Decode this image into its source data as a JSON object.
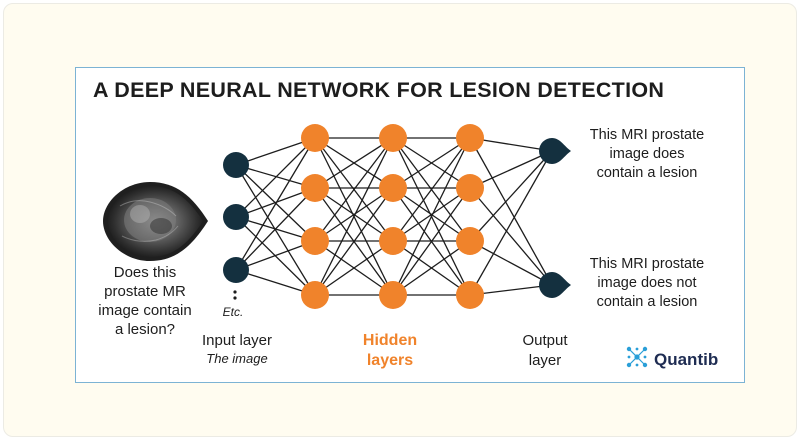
{
  "diagram": {
    "title": "A DEEP NEURAL NETWORK FOR LESION DETECTION",
    "question": "Does this\nprostate MR\nimage contain\na lesion?",
    "input_layer_label": "Input layer",
    "input_layer_sublabel": "The image",
    "etc_label": "Etc.",
    "hidden_layers_label": "Hidden\nlayers",
    "output_layer_label": "Output\nlayer",
    "output_1": "This MRI prostate\nimage does\ncontain a lesion",
    "output_2": "This MRI prostate\nimage does not\ncontain a lesion",
    "brand": "Quantib",
    "layers": [
      {
        "name": "input",
        "nodes": 3
      },
      {
        "name": "hidden-1",
        "nodes": 4
      },
      {
        "name": "hidden-2",
        "nodes": 4
      },
      {
        "name": "hidden-3",
        "nodes": 4
      },
      {
        "name": "output",
        "nodes": 2
      }
    ],
    "colors": {
      "input_node": "#14303f",
      "hidden_node": "#f0832b",
      "output_node": "#14303f",
      "edge": "#1d1d1d",
      "frame": "#7cb3d4",
      "hidden_label": "#f0832b",
      "brand": "#1e2c52",
      "brand_icon": "#2a9fd8"
    },
    "icons": {
      "mri_image": "prostate-mri-scan-image",
      "brand_logo": "quantib-logo-icon"
    }
  }
}
